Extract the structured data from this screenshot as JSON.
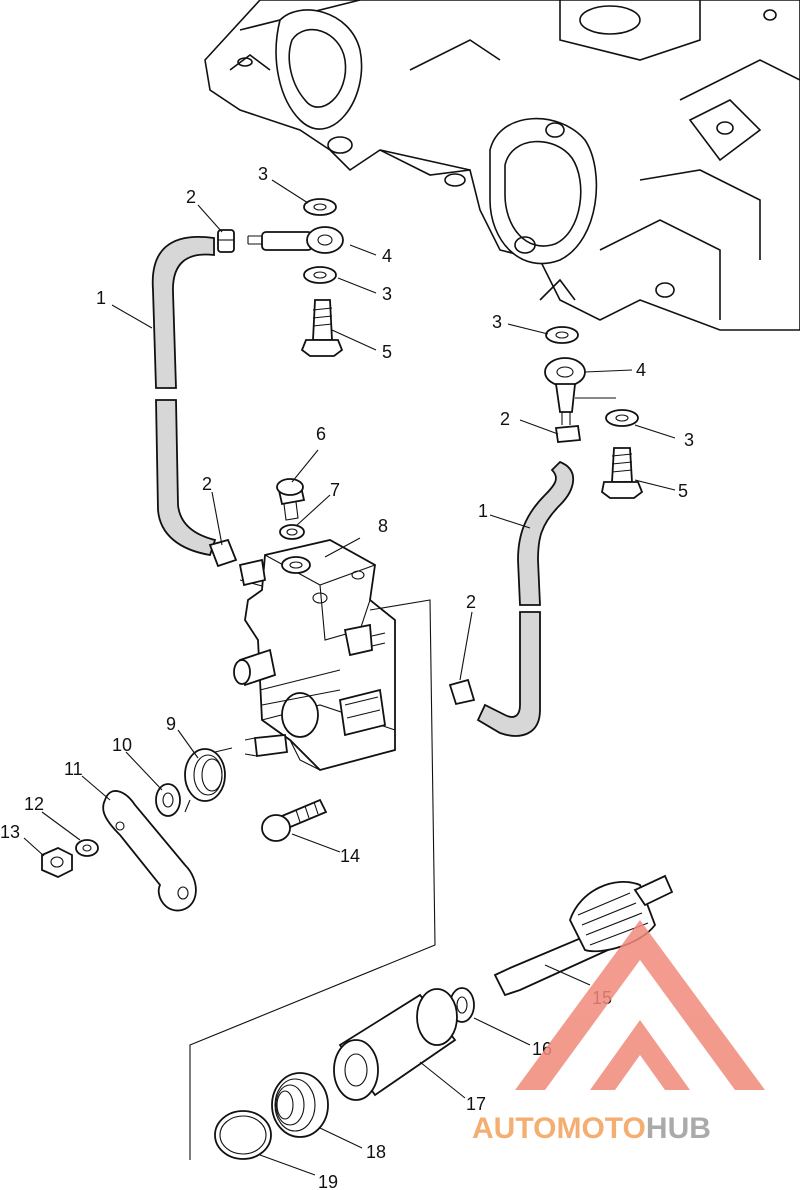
{
  "callouts": [
    {
      "id": "c1a",
      "text": "1"
    },
    {
      "id": "c1b",
      "text": "1"
    },
    {
      "id": "c2a",
      "text": "2"
    },
    {
      "id": "c2b",
      "text": "2"
    },
    {
      "id": "c2c",
      "text": "2"
    },
    {
      "id": "c2d",
      "text": "2"
    },
    {
      "id": "c3a",
      "text": "3"
    },
    {
      "id": "c3b",
      "text": "3"
    },
    {
      "id": "c3c",
      "text": "3"
    },
    {
      "id": "c3d",
      "text": "3"
    },
    {
      "id": "c4a",
      "text": "4"
    },
    {
      "id": "c4b",
      "text": "4"
    },
    {
      "id": "c5a",
      "text": "5"
    },
    {
      "id": "c5b",
      "text": "5"
    },
    {
      "id": "c6",
      "text": "6"
    },
    {
      "id": "c7",
      "text": "7"
    },
    {
      "id": "c8",
      "text": "8"
    },
    {
      "id": "c9",
      "text": "9"
    },
    {
      "id": "c10",
      "text": "10"
    },
    {
      "id": "c11",
      "text": "11"
    },
    {
      "id": "c12",
      "text": "12"
    },
    {
      "id": "c13",
      "text": "13"
    },
    {
      "id": "c14",
      "text": "14"
    },
    {
      "id": "c15",
      "text": "15"
    },
    {
      "id": "c16",
      "text": "16"
    },
    {
      "id": "c17",
      "text": "17"
    },
    {
      "id": "c18",
      "text": "18"
    },
    {
      "id": "c19",
      "text": "19"
    }
  ],
  "watermark": {
    "part1": "AUTOMOTO",
    "part2": "HUB",
    "color_primary": "#f08a7a",
    "color_secondary": "#b9b9b9",
    "color_text": "#f3a15a"
  }
}
